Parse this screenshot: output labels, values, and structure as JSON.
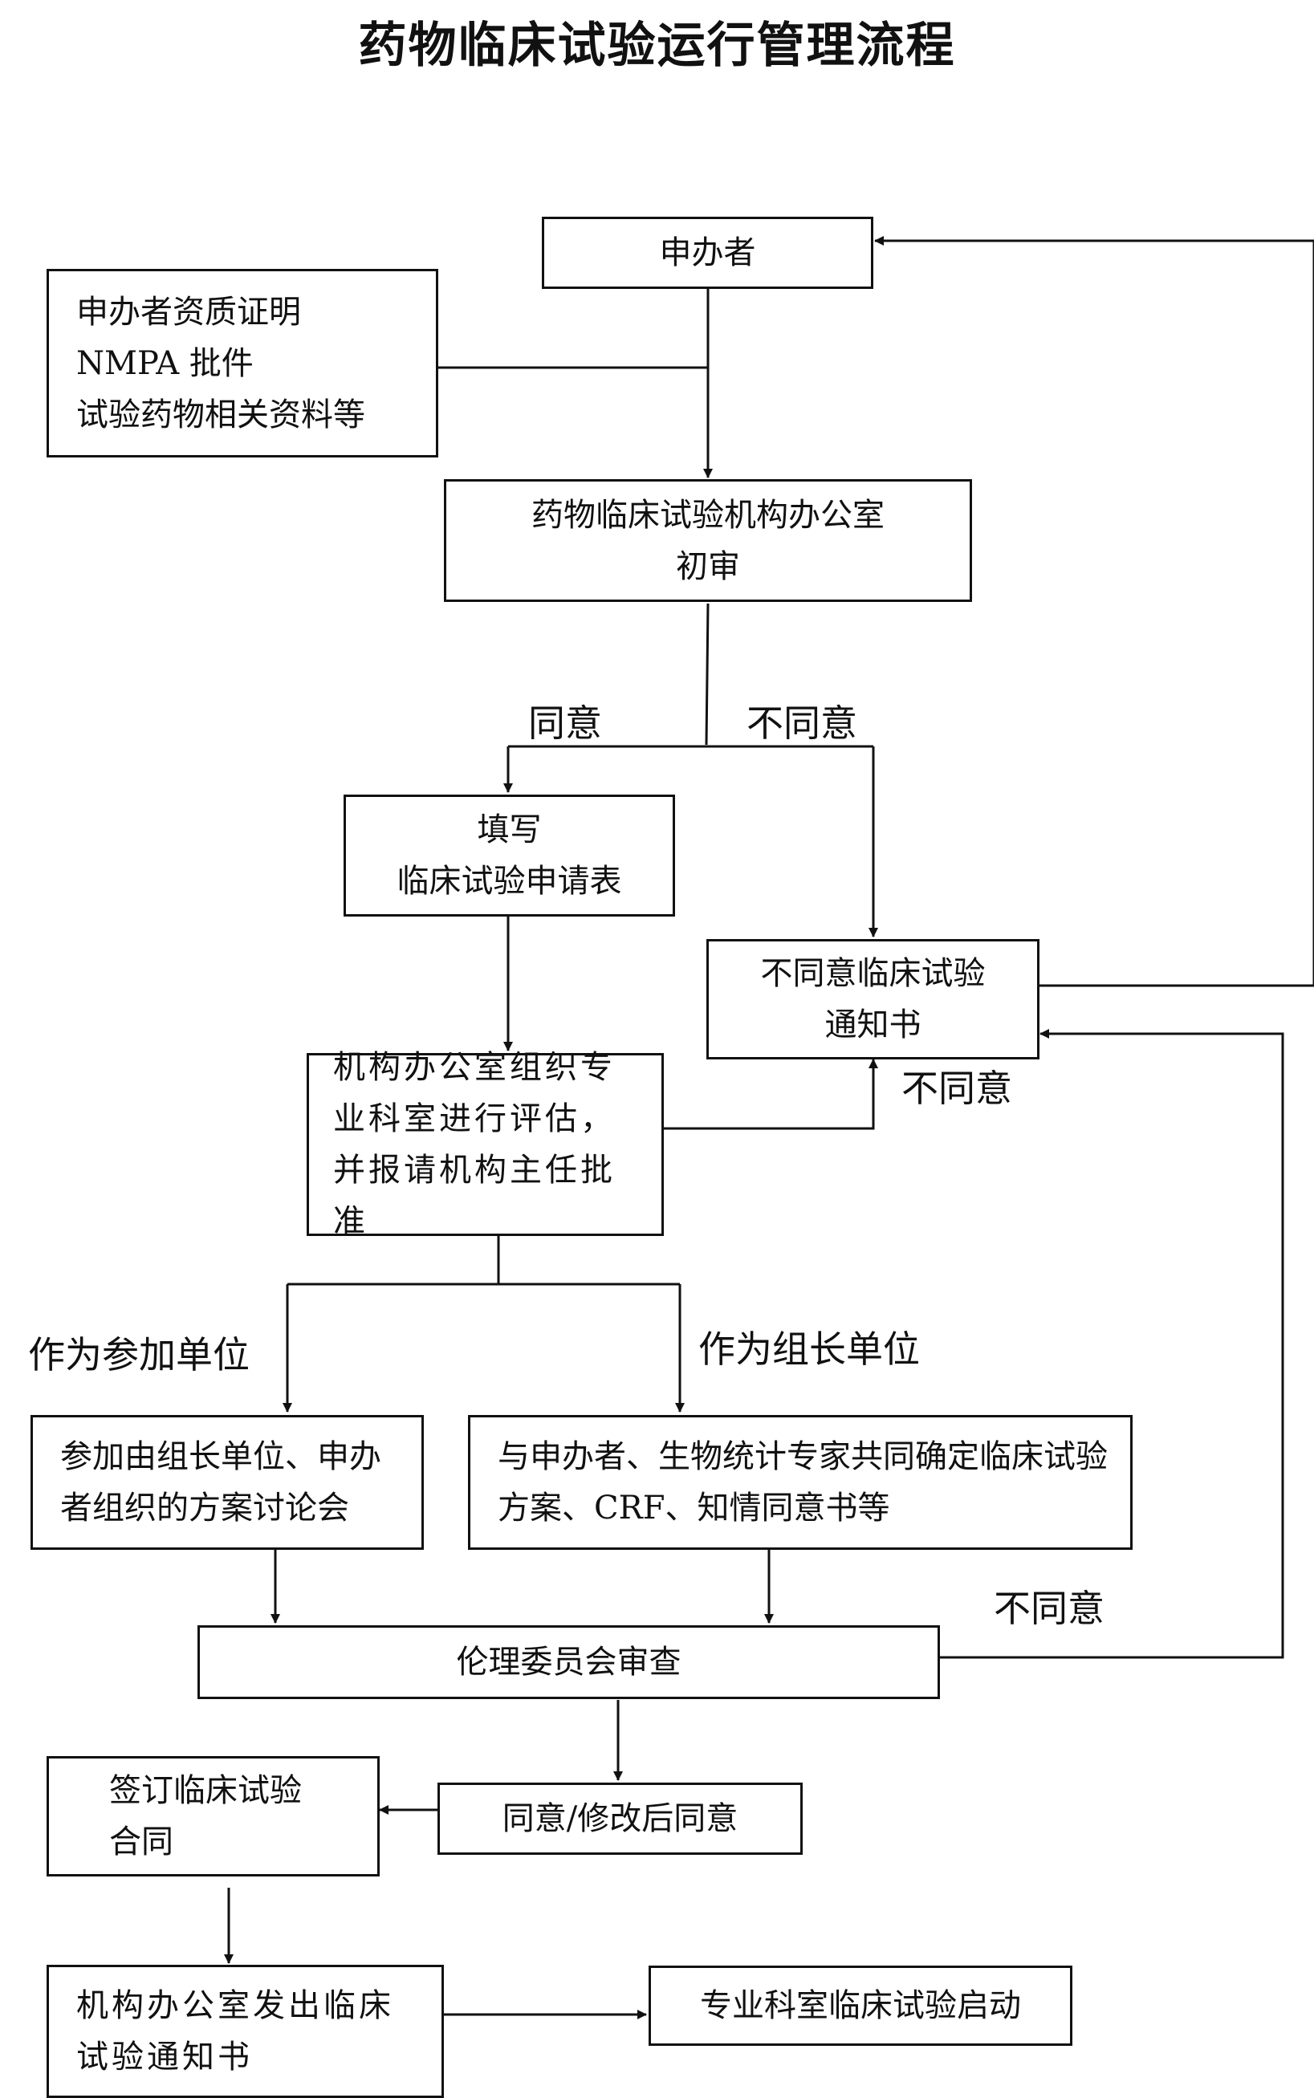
{
  "title": "药物临床试验运行管理流程",
  "nodes": {
    "sponsor": "申办者",
    "materials": {
      "line1": "申办者资质证明",
      "line2": "NMPA 批件",
      "line3": "试验药物相关资料等"
    },
    "office_review": {
      "line1": "药物临床试验机构办公室",
      "line2": "初审"
    },
    "fill_form": {
      "line1": "填写",
      "line2": "临床试验申请表"
    },
    "reject_notice": {
      "line1": "不同意临床试验",
      "line2": "通知书"
    },
    "evaluation": "机构办公室组织专业科室进行评估，并报请机构主任批准",
    "participant_meeting": "参加由组长单位、申办者组织的方案讨论会",
    "leader_protocol": "与申办者、生物统计专家共同确定临床试验方案、CRF、知情同意书等",
    "ethics": "伦理委员会审查",
    "approved": "同意/修改后同意",
    "contract": {
      "line1": "签订临床试验",
      "line2": "合同"
    },
    "start_notice": "机构办公室发出临床试验通知书",
    "trial_start": "专业科室临床试验启动"
  },
  "labels": {
    "agree": "同意",
    "disagree_1": "不同意",
    "disagree_2": "不同意",
    "disagree_3": "不同意",
    "as_participant": "作为参加单位",
    "as_leader": "作为组长单位"
  }
}
